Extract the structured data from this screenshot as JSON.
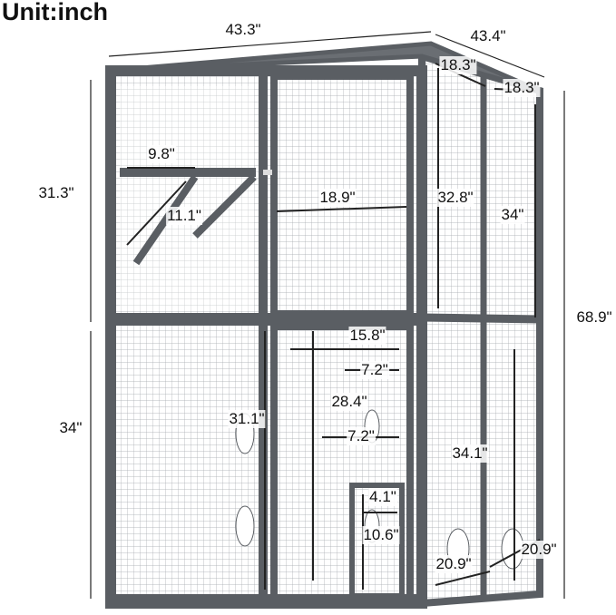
{
  "unit_label": "Unit:inch",
  "colors": {
    "frame": "#5a5e63",
    "mesh": "#9a9ea3",
    "dimension": "#222222"
  },
  "dimensions": {
    "overall_width": "43.3\"",
    "overall_depth": "43.4\"",
    "top_side_depth_front": "18.3\"",
    "top_side_depth_right": "18.3\"",
    "upper_shelf_width": "9.8\"",
    "upper_height_left": "31.3\"",
    "ramp_length": "11.1\"",
    "upper_door_width": "18.9\"",
    "upper_side_height_inner": "32.8\"",
    "upper_side_height_outer": "34\"",
    "overall_height": "68.9\"",
    "lower_door_width": "15.8\"",
    "shelf_width_upper": "7.2\"",
    "lower_door_inner_height": "28.4\"",
    "lower_door_height": "31.1\"",
    "shelf_width_lower": "7.2\"",
    "lower_height_left": "34\"",
    "lower_side_height": "34.1\"",
    "small_door_width": "4.1\"",
    "small_door_height": "10.6\"",
    "bottom_depth_front": "20.9\"",
    "bottom_depth_right": "20.9\""
  }
}
